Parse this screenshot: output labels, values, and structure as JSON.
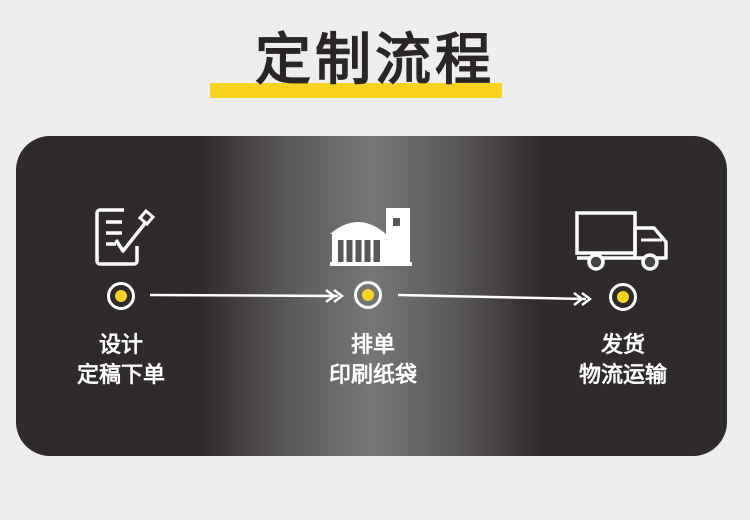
{
  "title": "定制流程",
  "colors": {
    "accent": "#f7d21e",
    "panel_dark": "#302b2b",
    "panel_light": "#777676"
  },
  "steps": [
    {
      "icon": "document-check-icon",
      "line1": "设计",
      "line2": "定稿下单"
    },
    {
      "icon": "factory-icon",
      "line1": "排单",
      "line2": "印刷纸袋"
    },
    {
      "icon": "truck-icon",
      "line1": "发货",
      "line2": "物流运输"
    }
  ]
}
